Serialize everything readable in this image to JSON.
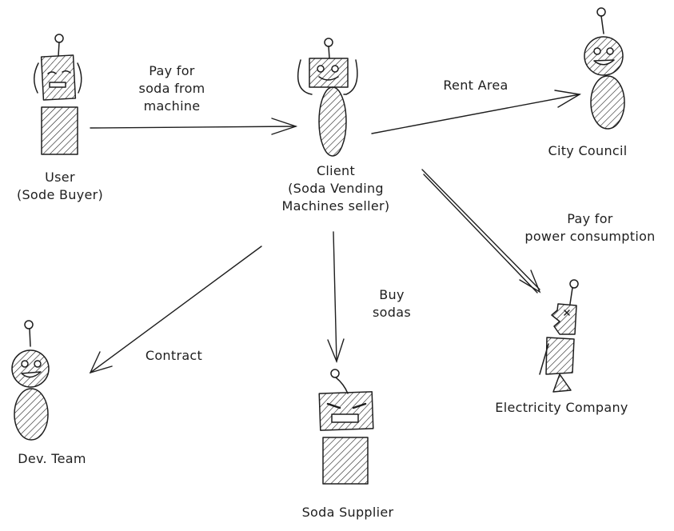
{
  "diagram": {
    "actors": [
      {
        "id": "user",
        "label_lines": [
          "User",
          "(Sode Buyer)"
        ]
      },
      {
        "id": "client",
        "label_lines": [
          "Client",
          "(Soda Vending",
          "Machines seller)"
        ]
      },
      {
        "id": "city_council",
        "label_lines": [
          "City Council"
        ]
      },
      {
        "id": "dev_team",
        "label_lines": [
          "Dev. Team"
        ]
      },
      {
        "id": "soda_supplier",
        "label_lines": [
          "Soda Supplier"
        ]
      },
      {
        "id": "electricity_company",
        "label_lines": [
          "Electricity Company"
        ]
      }
    ],
    "edges": [
      {
        "from": "user",
        "to": "client",
        "label_lines": [
          "Pay for",
          "soda from",
          "machine"
        ]
      },
      {
        "from": "client",
        "to": "city_council",
        "label_lines": [
          "Rent Area"
        ]
      },
      {
        "from": "client",
        "to": "electricity_company",
        "label_lines": [
          "Pay for",
          "power consumption"
        ]
      },
      {
        "from": "client",
        "to": "soda_supplier",
        "label_lines": [
          "Buy",
          "sodas"
        ]
      },
      {
        "from": "client",
        "to": "dev_team",
        "label_lines": [
          "Contract"
        ]
      }
    ],
    "colors": {
      "stroke": "#1e1e1e",
      "hatch": "#1e1e1e",
      "background": "#ffffff"
    }
  }
}
